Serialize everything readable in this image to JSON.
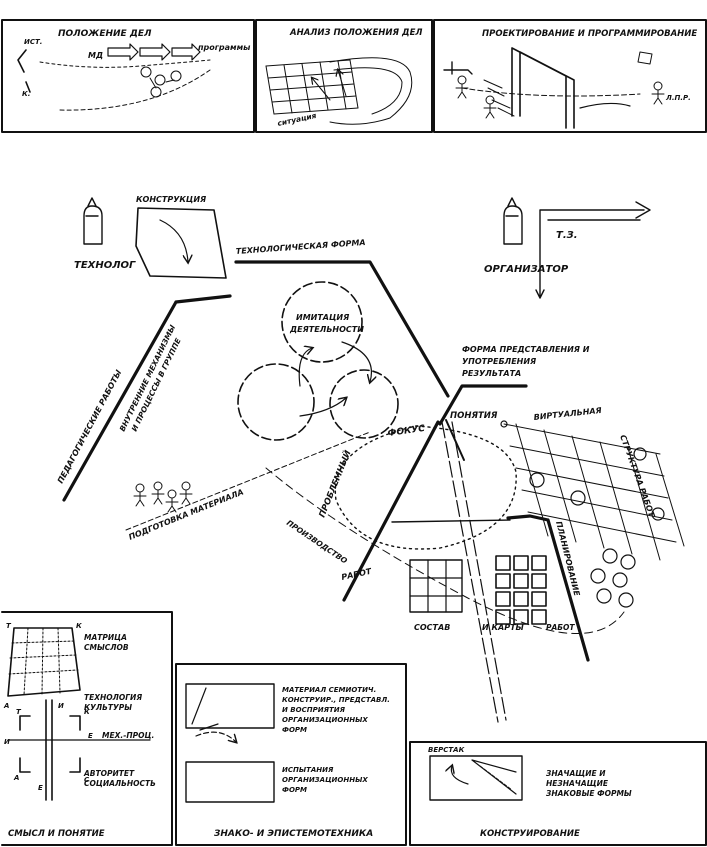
{
  "panels": {
    "situation": {
      "title": "ПОЛОЖЕНИЕ ДЕЛ",
      "ist": "ИСТ.",
      "k": "К.",
      "md": "МД",
      "programs": "программы"
    },
    "analysis": {
      "title": "АНАЛИЗ ПОЛОЖЕНИЯ ДЕЛ",
      "situation": "ситуация"
    },
    "design": {
      "title": "ПРОЕКТИРОВАНИЕ И ПРОГРАММИРОВАНИЕ",
      "lpr": "Л.П.Р."
    },
    "meaning": {
      "title": "СМЫСЛ И ПОНЯТИЕ",
      "matrix": [
        "МАТРИЦА",
        "СМЫСЛОВ"
      ],
      "technology": [
        "ТЕХНОЛОГИЯ",
        "КУЛЬТУРЫ"
      ],
      "mech": "МЕХ.-ПРОЦ.",
      "authority": [
        "АВТОРИТЕТ",
        "СОЦИАЛЬНОСТЬ"
      ],
      "letters": {
        "t": "Т",
        "k": "К",
        "a": "А",
        "i": "И",
        "e": "Е",
        "c": "С"
      }
    },
    "semiotics": {
      "title": "ЗНАКО- И ЭПИСТЕМОТЕХНИКА",
      "material": [
        "МАТЕРИАЛ СЕМИОТИЧ.",
        "КОНСТРУИР., ПРЕДСТАВЛ.",
        "И ВОСПРИЯТИЯ",
        "ОРГАНИЗАЦИОННЫХ",
        "ФОРМ"
      ],
      "testing": [
        "ИСПЫТАНИЯ",
        "ОРГАНИЗАЦИОННЫХ",
        "ФОРМ"
      ]
    },
    "construction": {
      "title": "КОНСТРУИРОВАНИЕ",
      "workbench": "ВЕРСТАК",
      "signs": [
        "ЗНАЧАЩИЕ И",
        "НЕЗНАЧАЩИЕ",
        "ЗНАКОВЫЕ ФОРМЫ"
      ]
    }
  },
  "main": {
    "construction": "КОНСТРУКЦИЯ",
    "technologist": "ТЕХНОЛОГ",
    "organizer": "ОРГАНИЗАТОР",
    "tz": "Т.З.",
    "techForm": "ТЕХНОЛОГИЧЕСКАЯ ФОРМА",
    "pedagogical": "ПЕДАГОГИЧЕСКИЕ РАБОТЫ",
    "internal": [
      "ВНУТРЕННИЕ МЕХАНИЗМЫ",
      "И ПРОЦЕССЫ В ГРУППЕ"
    ],
    "imitation": [
      "ИМИТАЦИЯ",
      "ДЕЯТЕЛЬНОСТИ"
    ],
    "presentation": [
      "ФОРМА ПРЕДСТАВЛЕНИЯ И",
      "УПОТРЕБЛЕНИЯ",
      "РЕЗУЛЬТАТА"
    ],
    "focus": "ФОКУС",
    "concepts": "ПОНЯТИЯ",
    "virtual": "ВИРТУАЛЬНАЯ",
    "workStructure": "СТРУКТУРА РАБОТ",
    "problem": "ПРОБЛЕМНЫЙ",
    "preparation": "ПОДГОТОВКА МАТЕРИАЛА",
    "production": "ПРОИЗВОДСТВО",
    "works": "РАБОТ",
    "planning": "ПЛАНИРОВАНИЕ",
    "composition": "СОСТАВ",
    "cards": "И КАРТЫ",
    "works2": "РАБОТ"
  }
}
